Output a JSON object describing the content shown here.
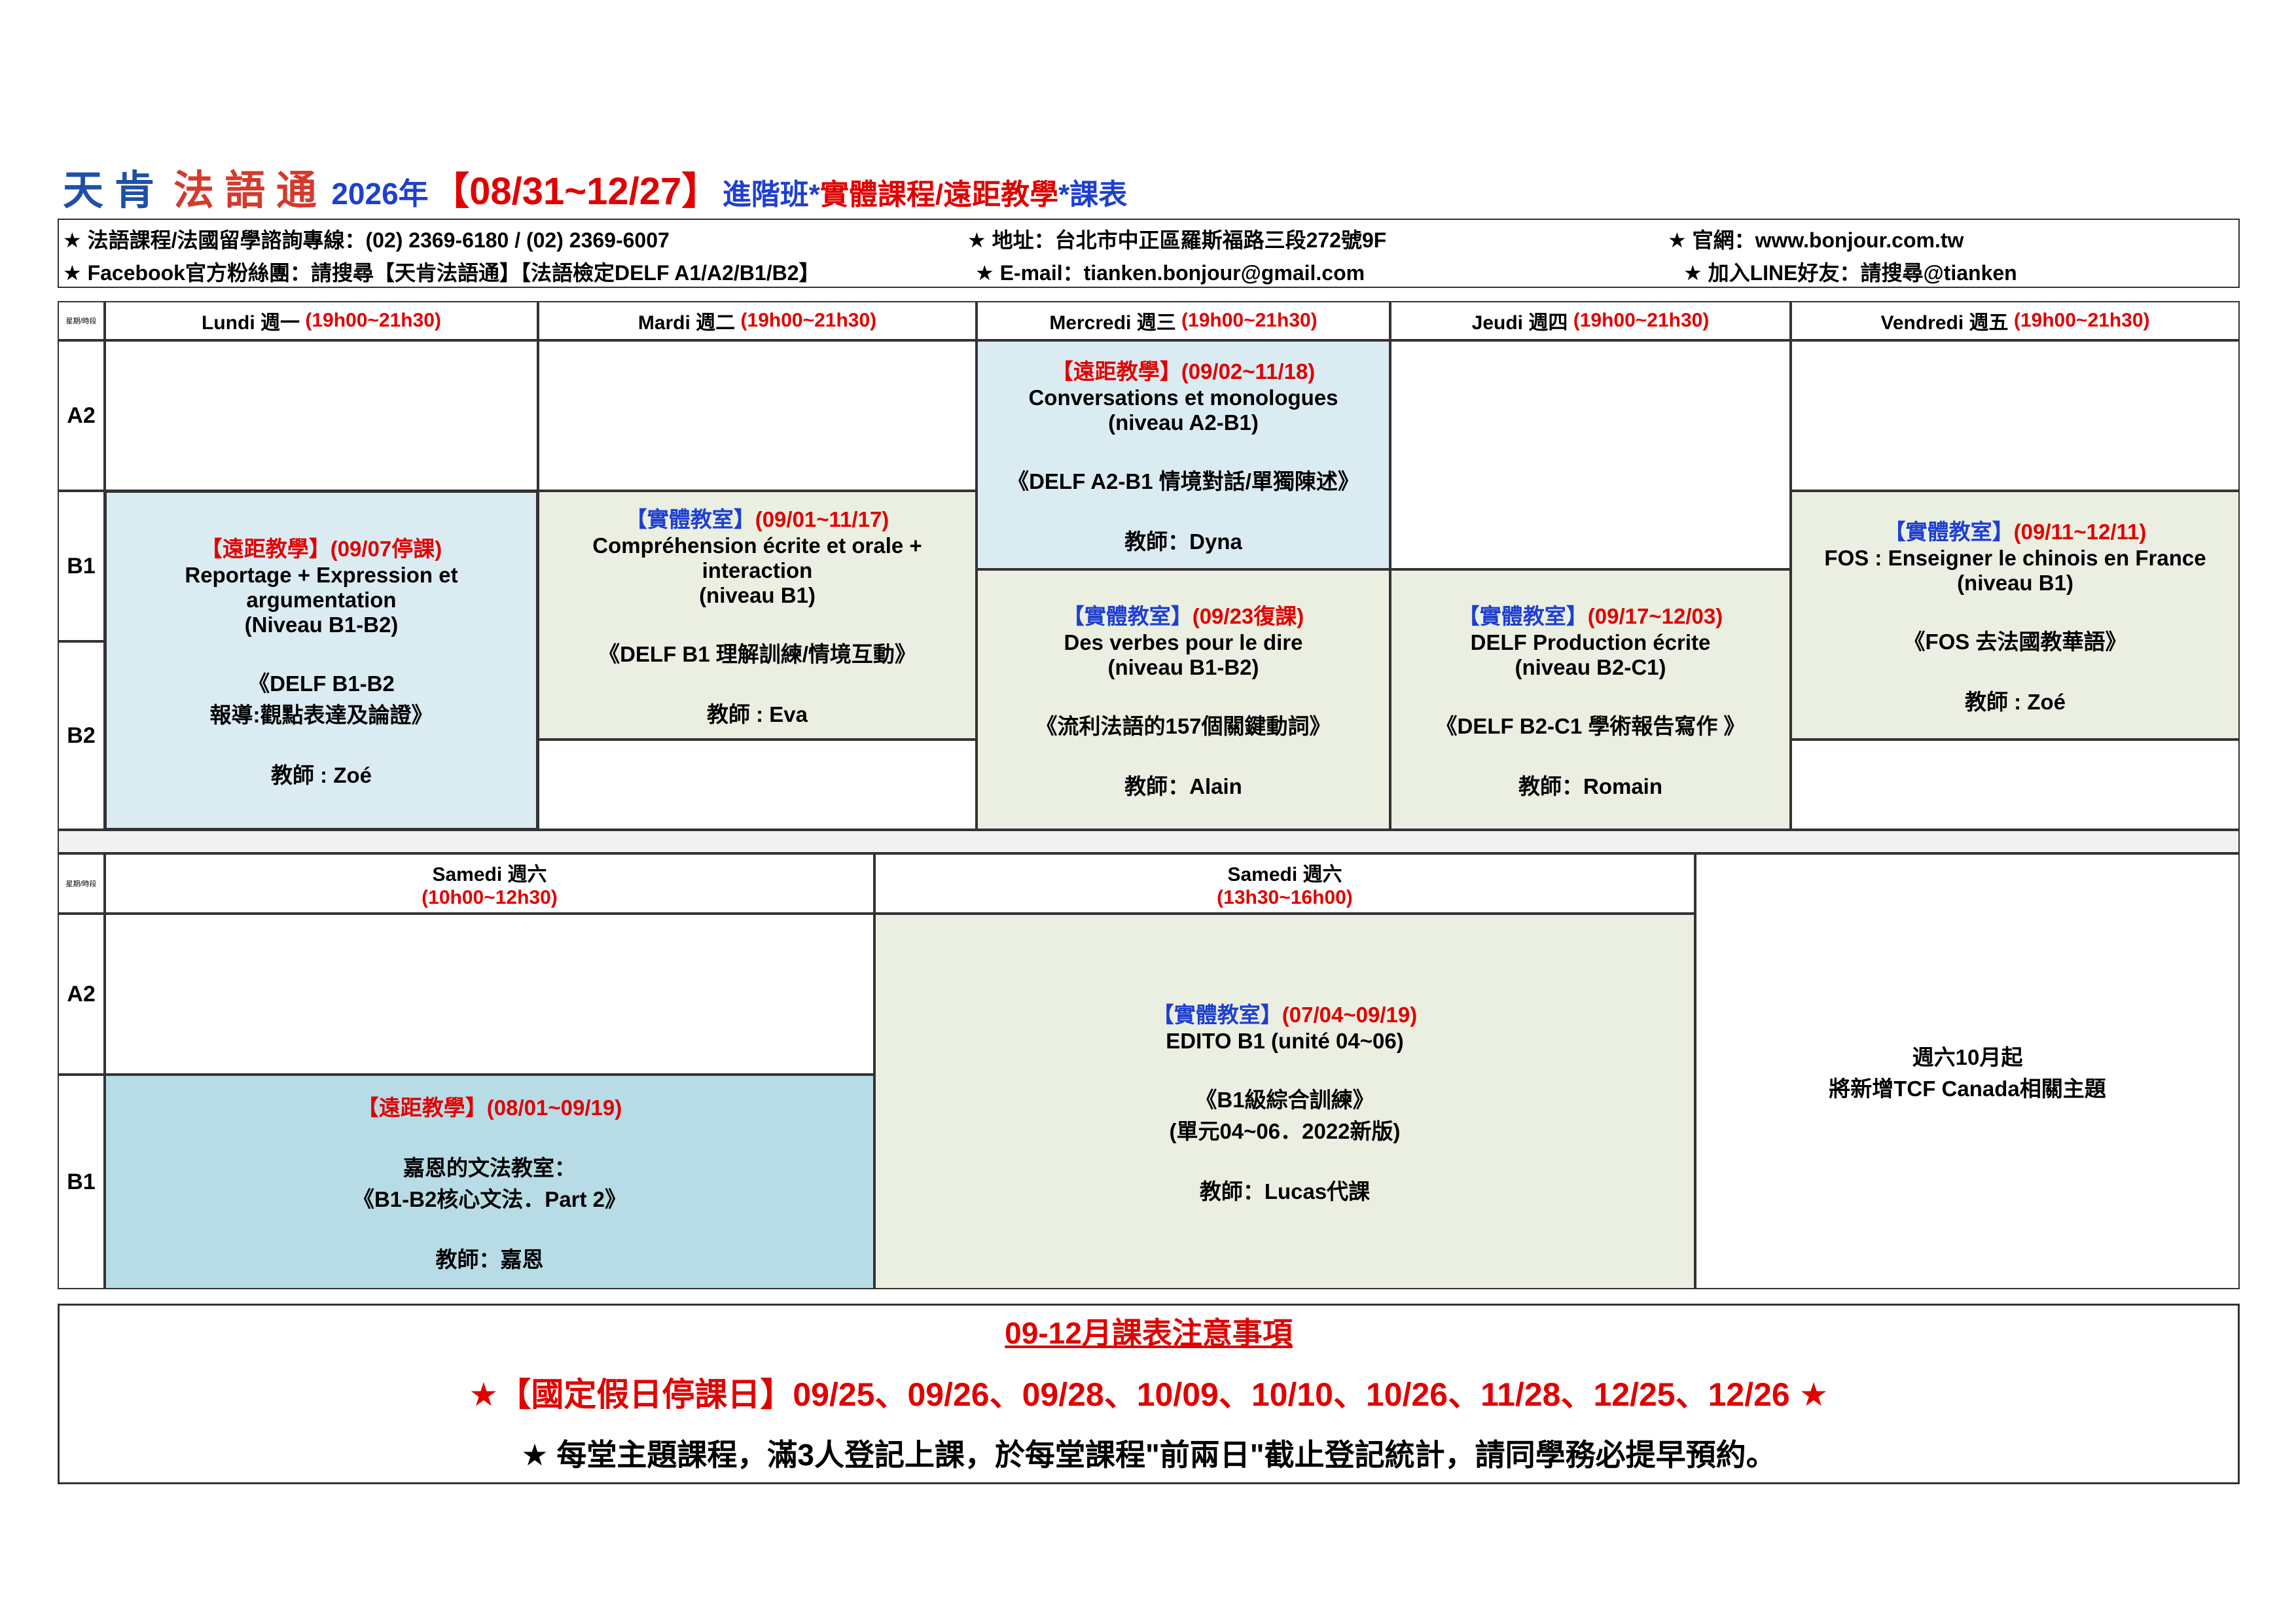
{
  "header": {
    "brand_blue1": "天",
    "brand_blue2": "肯",
    "brand_red1": "法",
    "brand_red2": "語",
    "brand_red3": "通",
    "year": "2026年",
    "date_range": "【08/31~12/27】",
    "subtitle_a": "進階班*",
    "subtitle_b": "實體課程/遠距教學",
    "subtitle_c": "*課表"
  },
  "info": {
    "line1_left": "★ 法語課程/法國留學諮詢專線：(02) 2369-6180 / (02) 2369-6007",
    "line1_mid": "★ 地址：台北市中正區羅斯福路三段272號9F",
    "line1_right": "★ 官網：www.bonjour.com.tw",
    "line2_left": "★ Facebook官方粉絲團：請搜尋【天肯法語通】【法語檢定DELF A1/A2/B1/B2】",
    "line2_mid": "★ E-mail：tianken.bonjour@gmail.com",
    "line2_right": "★ 加入LINE好友：請搜尋@tianken"
  },
  "weekday_table": {
    "corner": "星期/時段",
    "days": [
      {
        "name": "Lundi 週一 ",
        "time": "(19h00~21h30)"
      },
      {
        "name": "Mardi 週二 ",
        "time": "(19h00~21h30)"
      },
      {
        "name": "Mercredi 週三 ",
        "time": "(19h00~21h30)"
      },
      {
        "name": "Jeudi 週四 ",
        "time": "(19h00~21h30)"
      },
      {
        "name": "Vendredi 週五 ",
        "time": "(19h00~21h30)"
      }
    ],
    "levels": [
      "A2",
      "B1",
      "B2"
    ],
    "courses": {
      "lundi": {
        "mode": "【遠距教學】",
        "dates": "(09/07停課)",
        "t1": "Reportage + Expression et",
        "t2": "argumentation",
        "t3": "(Niveau B1-B2)",
        "b1": "《DELF B1-B2",
        "b2": "報導:觀點表達及論證》",
        "teacher": "教師 : Zoé"
      },
      "mardi": {
        "mode": "【實體教室】",
        "dates": "(09/01~11/17)",
        "t1": "Compréhension écrite et orale +",
        "t2": "interaction",
        "t3": "(niveau B1)",
        "b1": "《DELF B1 理解訓練/情境互動》",
        "teacher": "教師 : Eva"
      },
      "mercredi_a2": {
        "mode": "【遠距教學】",
        "dates": "(09/02~11/18)",
        "t1": "Conversations et monologues",
        "t2": "(niveau A2-B1)",
        "b1": "《DELF A2-B1 情境對話/單獨陳述》",
        "teacher": "教師：Dyna"
      },
      "mercredi_b": {
        "mode": "【實體教室】",
        "dates": "(09/23復課)",
        "t1": "Des verbes pour le dire",
        "t2": "(niveau B1-B2)",
        "b1": "《流利法語的157個關鍵動詞》",
        "teacher": "教師：Alain"
      },
      "jeudi": {
        "mode": "【實體教室】",
        "dates": "(09/17~12/03)",
        "t1": "DELF Production écrite",
        "t2": "(niveau B2-C1)",
        "b1": "《DELF B2-C1 學術報告寫作 》",
        "teacher": "教師：Romain"
      },
      "vendredi": {
        "mode": "【實體教室】",
        "dates": "(09/11~12/11)",
        "t1": "FOS : Enseigner le chinois en France",
        "t2": "(niveau B1)",
        "b1": "《FOS 去法國教華語》",
        "teacher": "教師 : Zoé"
      }
    }
  },
  "saturday_table": {
    "corner": "星期/時段",
    "sessions": [
      {
        "name": "Samedi 週六",
        "time": "(10h00~12h30)"
      },
      {
        "name": "Samedi 週六",
        "time": "(13h30~16h00)"
      }
    ],
    "levels": [
      "A2",
      "B1"
    ],
    "morning_b1": {
      "mode": "【遠距教學】",
      "dates": "(08/01~09/19)",
      "t1": "嘉恩的文法教室：",
      "t2": "《B1-B2核心文法．Part 2》",
      "teacher": "教師：嘉恩"
    },
    "afternoon": {
      "mode": "【實體教室】",
      "dates": "(07/04~09/19)",
      "t1": "EDITO B1 (unité 04~06)",
      "b1": "《B1級綜合訓練》",
      "b2": "(單元04~06．2022新版)",
      "teacher": "教師：Lucas代課"
    },
    "note1": "週六10月起",
    "note2": "將新增TCF Canada相關主題"
  },
  "notice": {
    "title": "09-12月課表注意事項",
    "holidays": "★【國定假日停課日】09/25、09/26、09/28、10/09、10/10、10/26、11/28、12/25、12/26 ★",
    "rule": "★ 每堂主題課程，滿3人登記上課，於每堂課程\"前兩日\"截止登記統計，請同學務必提早預約。"
  },
  "colors": {
    "remote_cell": "#dbebf2",
    "classroom_cell": "#ebefe1",
    "saturday_remote_cell": "#b8dce6",
    "separator_row": "#f1f1f1",
    "red_text": "#e00000",
    "blue_text": "#1f3fcf"
  }
}
